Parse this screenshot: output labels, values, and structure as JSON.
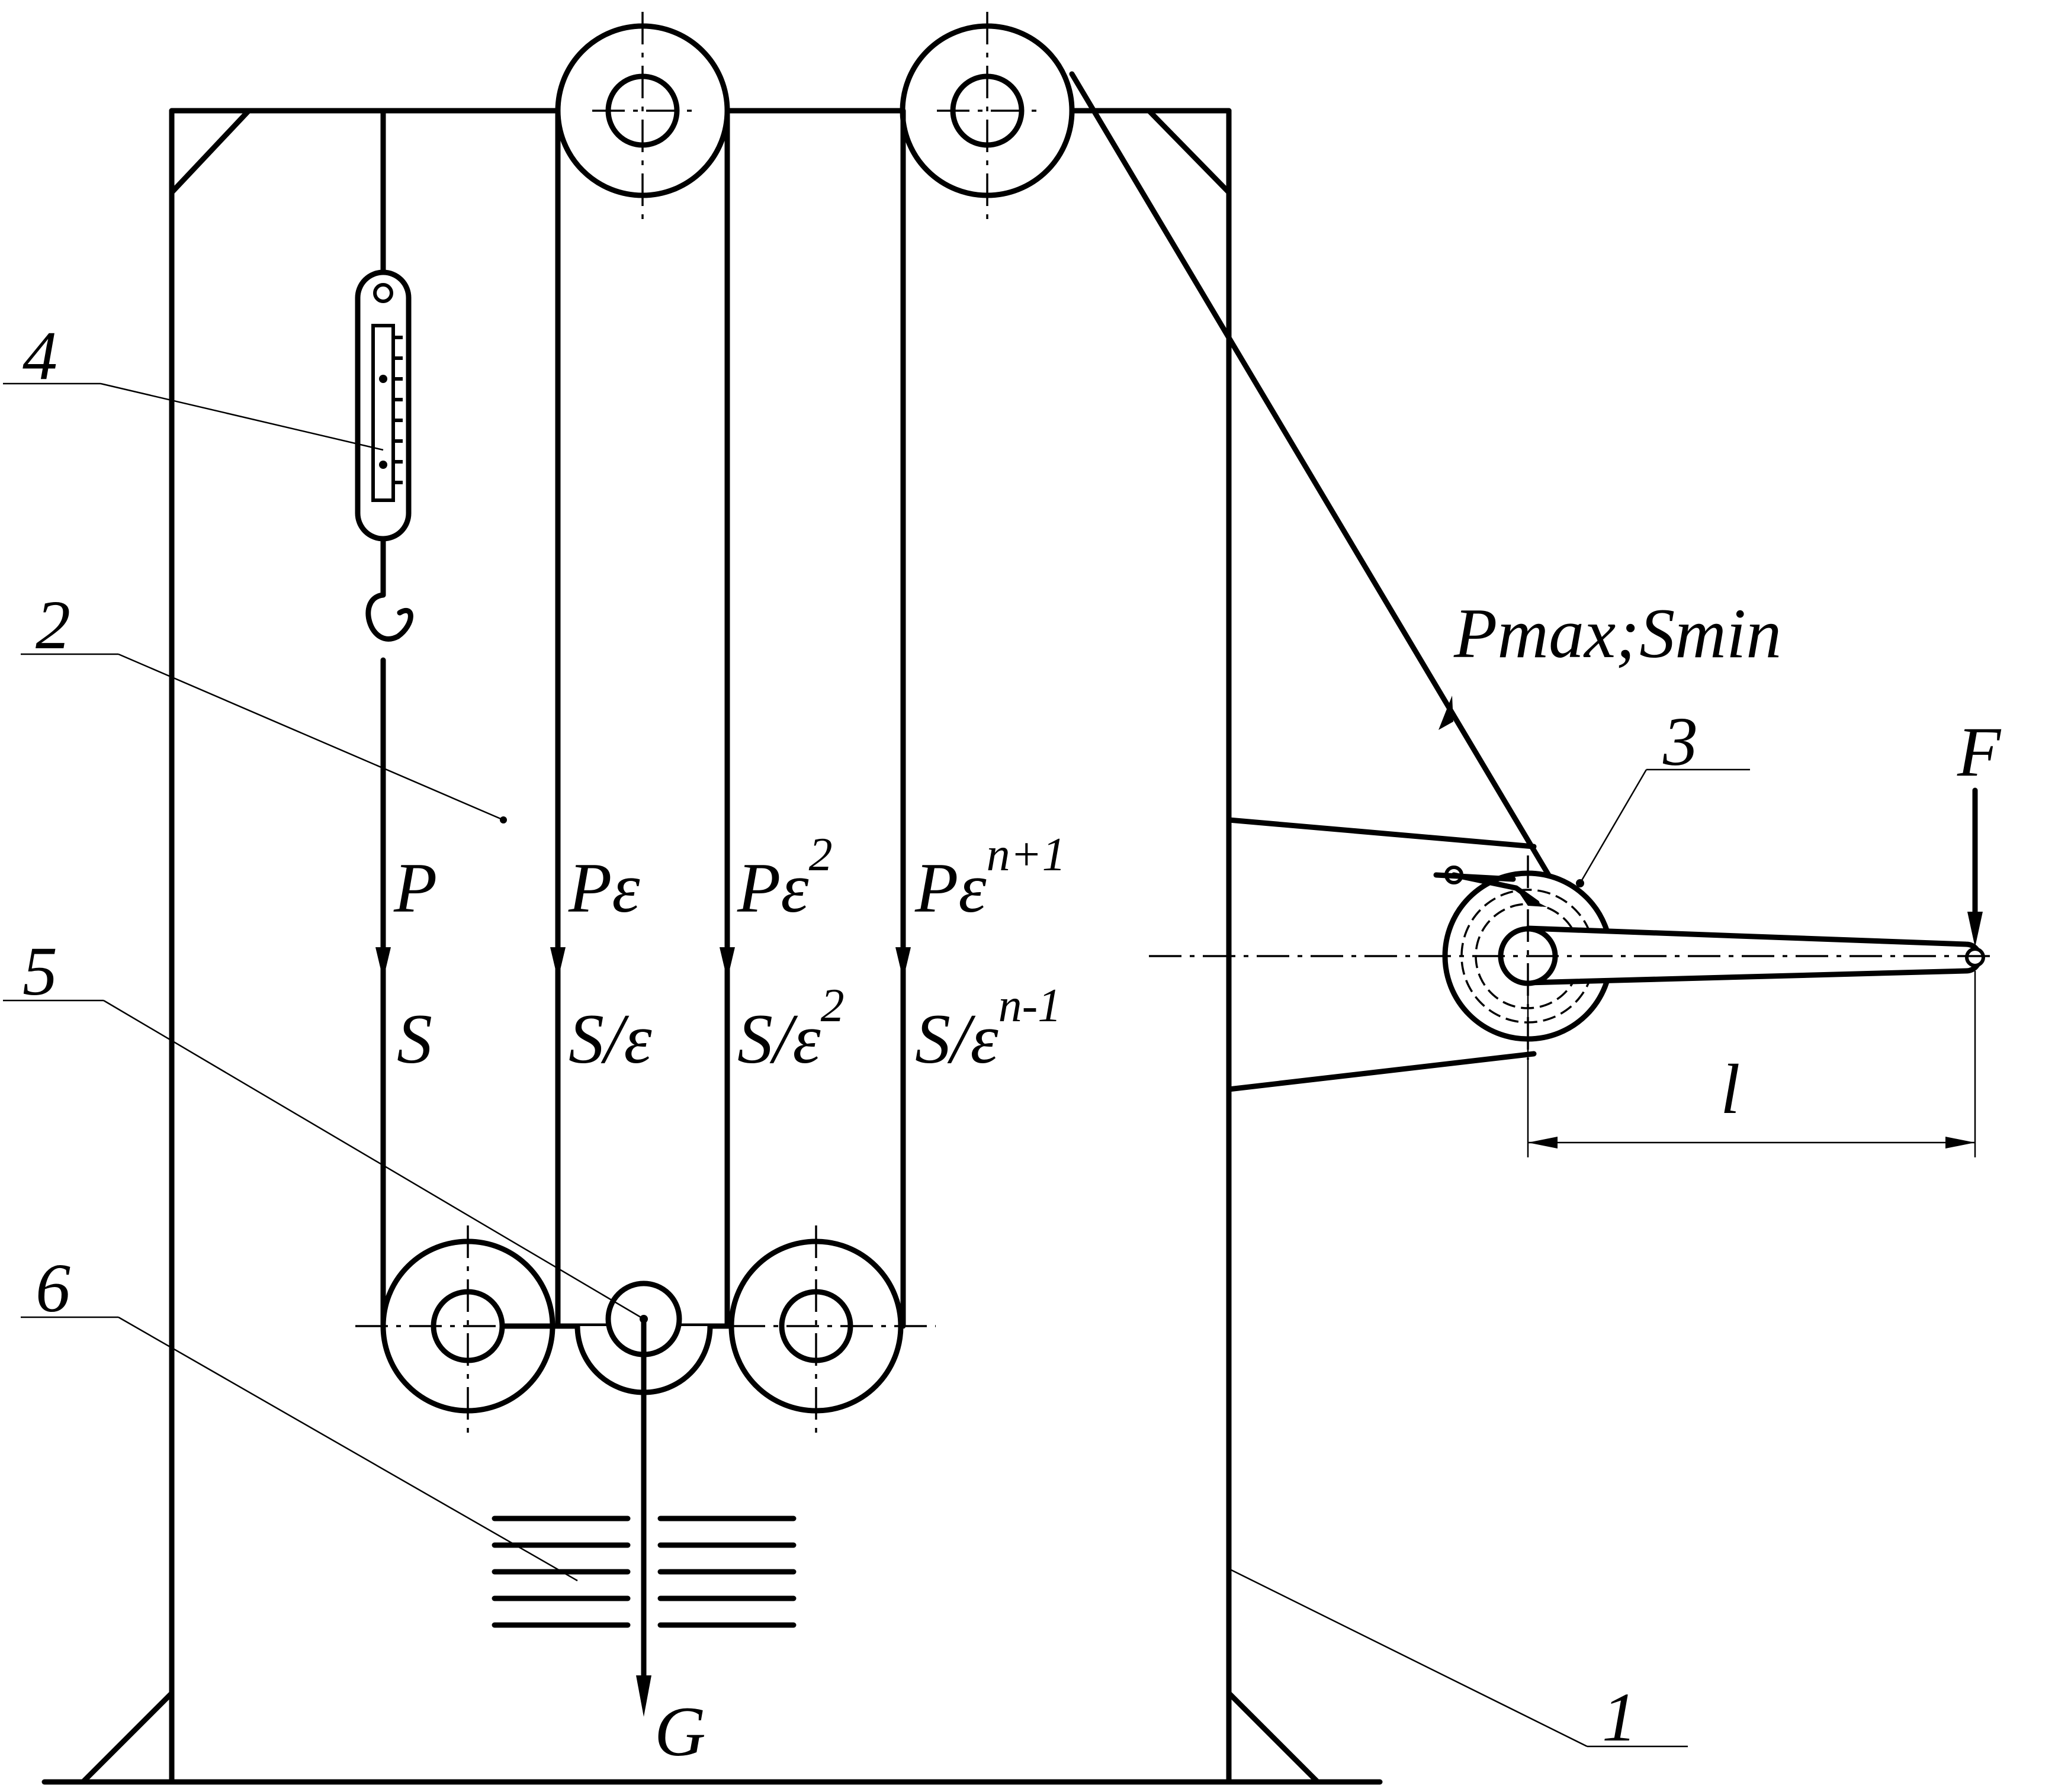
{
  "parts": {
    "frame": "1",
    "post": "2",
    "lever": "3",
    "dynamometer": "4",
    "block": "5",
    "weights": "6"
  },
  "forces": {
    "P": "P",
    "Pe": "Pε",
    "Pe2_base": "Pε",
    "Pe2_exp": "2",
    "Pen_base": "Pε",
    "Pen_exp": "n+1",
    "S": "S",
    "Se": "S/ε",
    "Se2_base": "S/ε",
    "Se2_exp": "2",
    "Sen_base": "S/ε",
    "Sen_exp": "n-1",
    "G": "G",
    "F": "F",
    "Pmax": "Pmax",
    "Smin": "Smin",
    "sep": ";",
    "l": "l"
  }
}
